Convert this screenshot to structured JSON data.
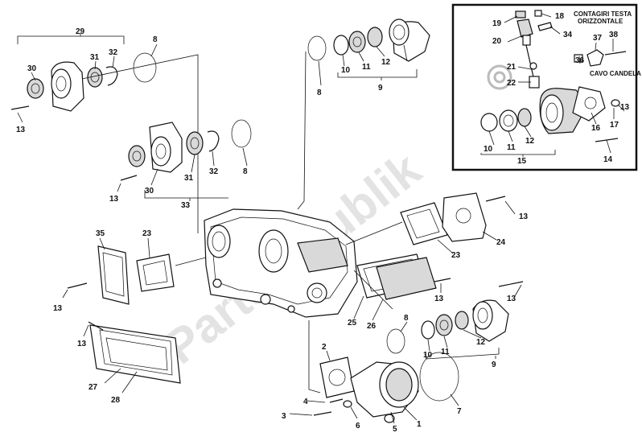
{
  "labels": {
    "l1": "1",
    "l2": "2",
    "l3": "3",
    "l4": "4",
    "l5": "5",
    "l6": "6",
    "l7": "7",
    "l8a": "8",
    "l8b": "8",
    "l8c": "8",
    "l8d": "8",
    "l9a": "9",
    "l9b": "9",
    "l10a": "10",
    "l10b": "10",
    "l10c": "10",
    "l11a": "11",
    "l11b": "11",
    "l11c": "11",
    "l12a": "12",
    "l12b": "12",
    "l12c": "12",
    "l13a": "13",
    "l13b": "13",
    "l13c": "13",
    "l13d": "13",
    "l13e": "13",
    "l13f": "13",
    "l13g": "13",
    "l13h": "13",
    "l14": "14",
    "l15": "15",
    "l16": "16",
    "l17": "17",
    "l18": "18",
    "l19": "19",
    "l20": "20",
    "l21": "21",
    "l22": "22",
    "l23a": "23",
    "l23b": "23",
    "l24": "24",
    "l25": "25",
    "l26": "26",
    "l27": "27",
    "l28": "28",
    "l29": "29",
    "l30a": "30",
    "l30b": "30",
    "l31a": "31",
    "l31b": "31",
    "l32a": "32",
    "l32b": "32",
    "l33": "33",
    "l34": "34",
    "l35": "35",
    "l36": "36",
    "l37": "37",
    "l38": "38"
  },
  "captions": {
    "contagiri_1": "CONTAGIRI TESTA",
    "contagiri_2": "ORIZZONTALE",
    "cavo": "CAVO CANDELA"
  },
  "watermark": "Partsrepublik"
}
